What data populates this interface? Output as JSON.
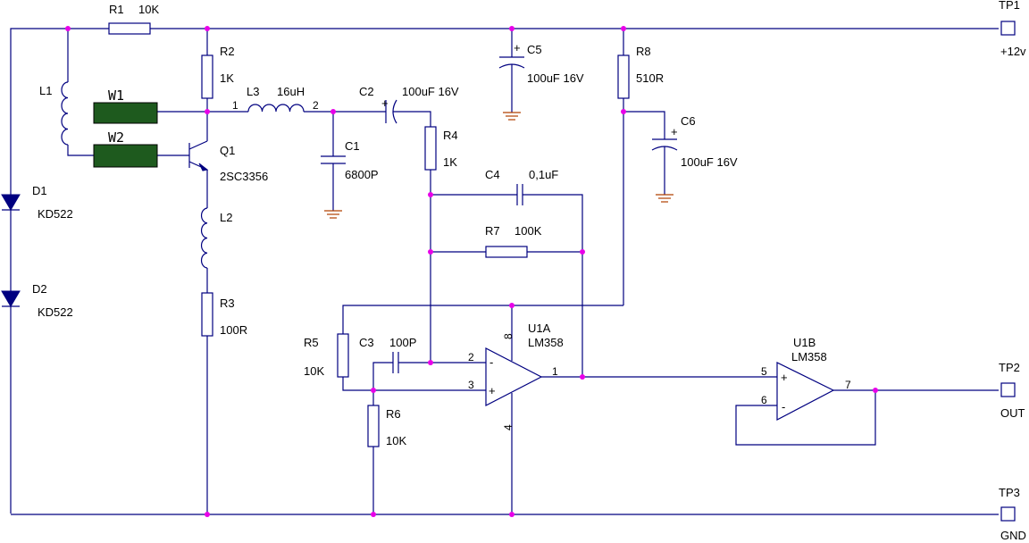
{
  "components": {
    "R1": {
      "ref": "R1",
      "value": "10K"
    },
    "R2": {
      "ref": "R2",
      "value": "1K"
    },
    "R3": {
      "ref": "R3",
      "value": "100R"
    },
    "R4": {
      "ref": "R4",
      "value": "1K"
    },
    "R5": {
      "ref": "R5",
      "value": "10K"
    },
    "R6": {
      "ref": "R6",
      "value": "10K"
    },
    "R7": {
      "ref": "R7",
      "value": "100K"
    },
    "R8": {
      "ref": "R8",
      "value": "510R"
    },
    "C1": {
      "ref": "C1",
      "value": "6800P"
    },
    "C2": {
      "ref": "C2",
      "value": "100uF  16V"
    },
    "C3": {
      "ref": "C3",
      "value": "100P"
    },
    "C4": {
      "ref": "C4",
      "value": "0,1uF"
    },
    "C5": {
      "ref": "C5",
      "value": "100uF 16V"
    },
    "C6": {
      "ref": "C6",
      "value": "100uF  16V"
    },
    "L1": {
      "ref": "L1"
    },
    "L2": {
      "ref": "L2"
    },
    "L3": {
      "ref": "L3",
      "value": "16uH",
      "pin1": "1",
      "pin2": "2"
    },
    "D1": {
      "ref": "D1",
      "value": "KD522"
    },
    "D2": {
      "ref": "D2",
      "value": "KD522"
    },
    "Q1": {
      "ref": "Q1",
      "value": "2SC3356"
    },
    "W1": {
      "ref": "W1"
    },
    "W2": {
      "ref": "W2"
    },
    "U1A": {
      "ref": "U1A",
      "value": "LM358",
      "pin_inv": "2",
      "pin_noninv": "3",
      "pin_out": "1",
      "pin_vcc": "8",
      "pin_gnd": "4",
      "sign_minus": "-",
      "sign_plus": "+"
    },
    "U1B": {
      "ref": "U1B",
      "value": "LM358",
      "pin_noninv": "5",
      "pin_inv": "6",
      "pin_out": "7",
      "sign_minus": "-",
      "sign_plus": "+"
    }
  },
  "test_points": {
    "TP1": {
      "ref": "TP1",
      "label": "+12v"
    },
    "TP2": {
      "ref": "TP2",
      "label": "OUT"
    },
    "TP3": {
      "ref": "TP3",
      "label": "GND"
    }
  },
  "colors": {
    "wire": "#000080",
    "junction": "#e800e8",
    "ground": "#b04000",
    "winding": "#1e5a1e"
  }
}
